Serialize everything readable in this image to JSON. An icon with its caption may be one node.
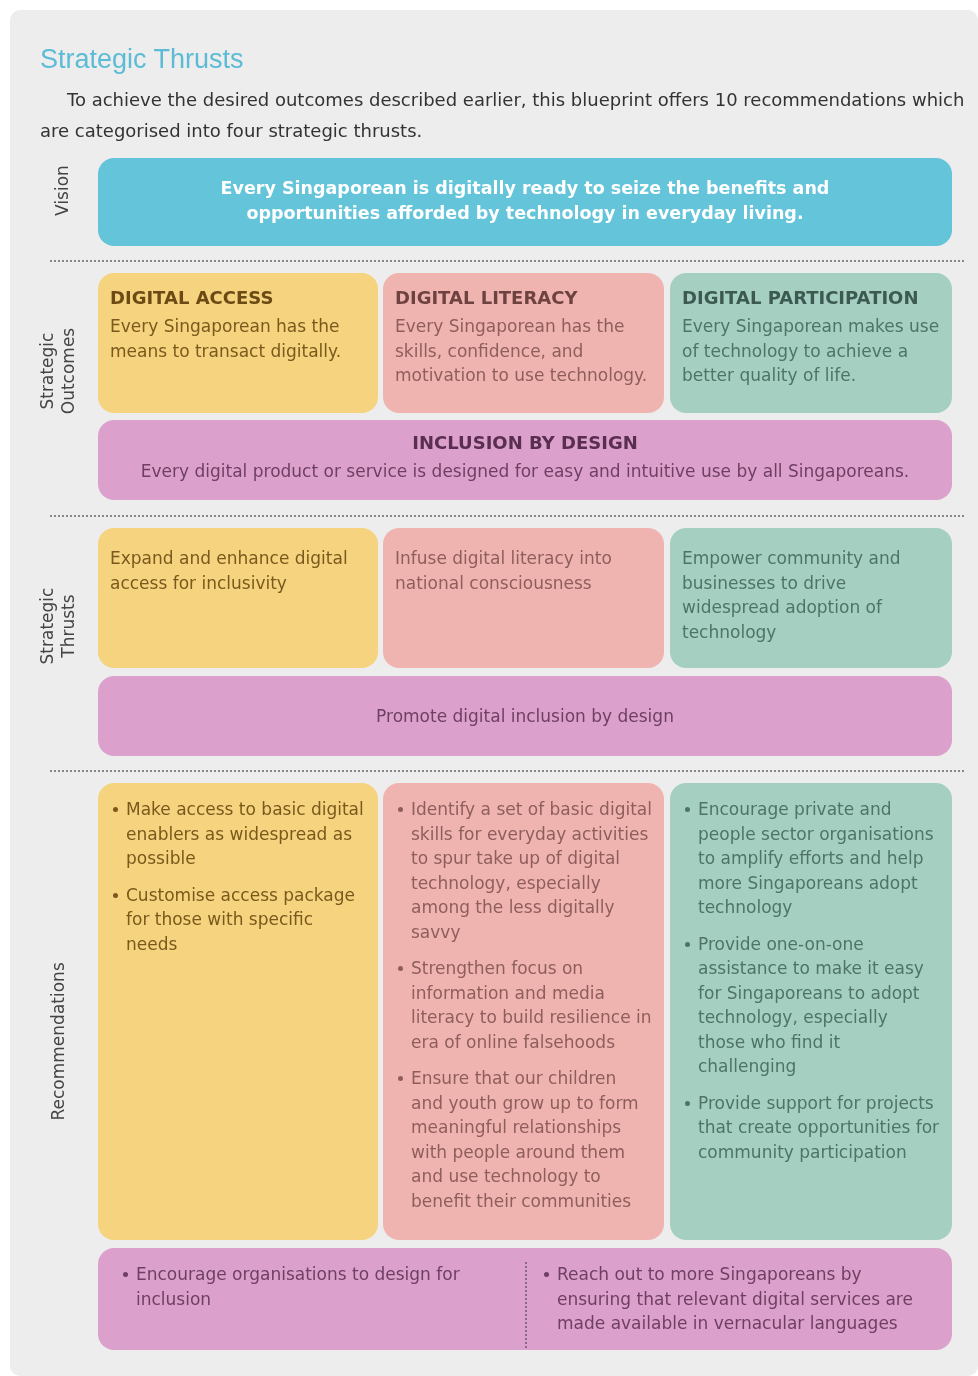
{
  "diagram": {
    "title": "Strategic Thrusts",
    "nodes": [
      {
        "text": [
          "Every Singaporean is digitally ready to seize the benefits and opportunities afforded by technology in everyday living."
        ]
      },
      {
        "text": [
          "DIGITAL ACCESS",
          "Every Singaporean has the means to transact digitally."
        ]
      },
      {
        "text": [
          "DIGITAL LITERACY",
          "Every Singaporean has the skills, confidence, and motivation to use technology."
        ]
      },
      {
        "text": [
          "DIGITAL PARTICIPATION",
          "Every Singaporean makes use of technology to achieve a better quality of life."
        ]
      },
      {
        "text": [
          "INCLUSION BY DESIGN",
          "Every digital product or service is designed for easy and intuitive use by all Singaporeans."
        ]
      },
      {
        "text": [
          "Expand and enhance digital access for inclusivity"
        ]
      },
      {
        "text": [
          "Infuse digital literacy into national consciousness"
        ]
      },
      {
        "text": [
          "Empower community and businesses to drive widespread adoption of technology"
        ]
      },
      {
        "text": [
          "Promote digital inclusion by design"
        ]
      },
      {
        "text": [
          "Make access to basic digital enablers as widespread as possible",
          "Customise access package for those with specific needs"
        ]
      },
      {
        "text": [
          "Identify a set of basic digital skills for everyday activities to spur take up of digital technology, especially among the less digitally savvy",
          "Strengthen focus on information and media literacy to build resilience in era of online falsehoods",
          "Ensure that our children and youth grow up to form meaningful relationships with people around them and use technology to benefit their communities"
        ]
      },
      {
        "text": [
          "Encourage private and people sector organisations to amplify efforts and help more Singaporeans adopt technology",
          "Provide one-on-one assistance to make it easy for Singaporeans to adopt technology, especially those who find it challenging",
          "Provide support for projects that create opportunities for community participation"
        ]
      },
      {
        "text": [
          "Encourage organisations to design for inclusion",
          "Reach out to more Singaporeans by ensuring that relevant digital services are made available in vernacular languages"
        ]
      }
    ],
    "labels": [
      "To achieve the desired outcomes described earlier, this blueprint offers 10 recommendations which are categorised into four strategic thrusts.",
      "Vision",
      "Strategic Outcomes",
      "Strategic Thrusts",
      "Recommendations"
    ]
  }
}
